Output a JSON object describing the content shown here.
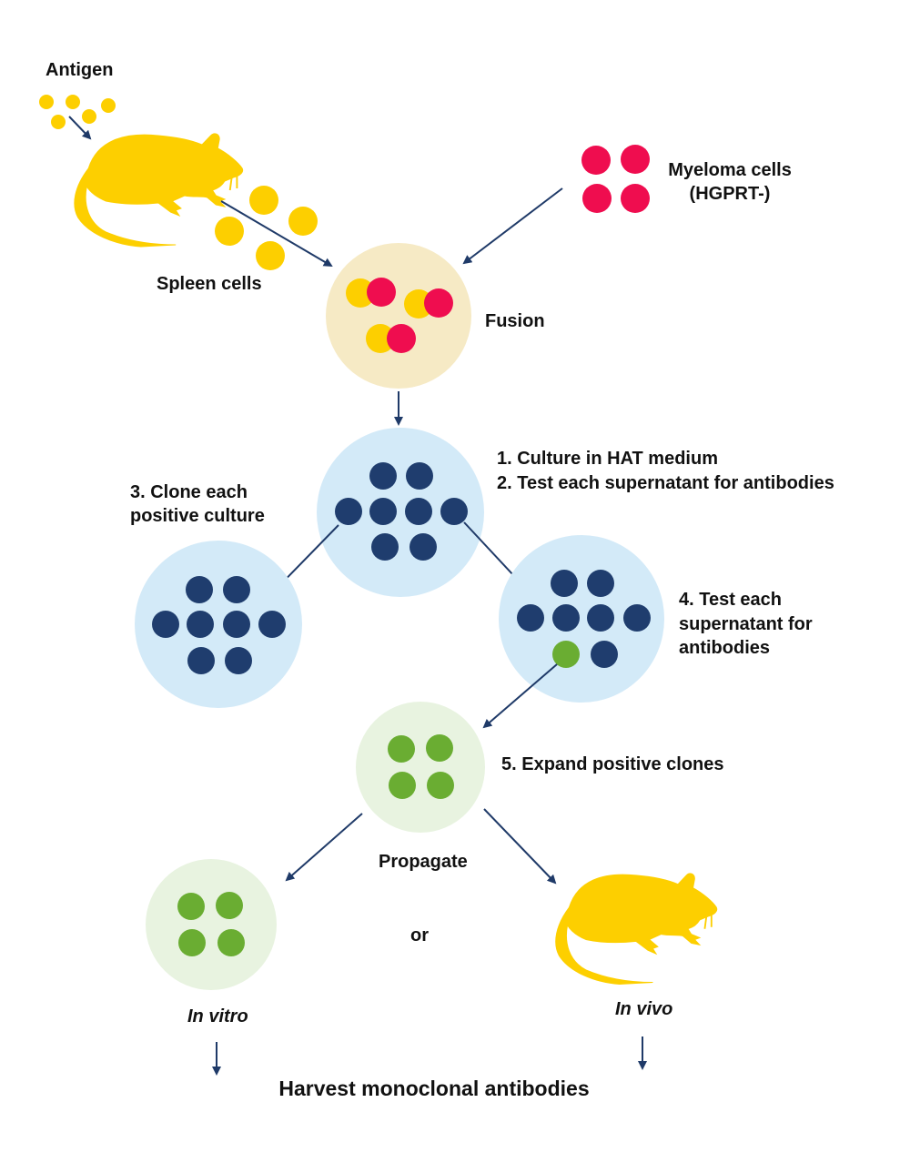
{
  "diagram": {
    "title": "Monoclonal antibody production (hybridoma technique)",
    "colors": {
      "antigen": "#fdcf00",
      "spleen_cell": "#fdcf00",
      "myeloma_cell": "#ef0d4f",
      "hybridoma_cell": "#1f3d6e",
      "positive_clone": "#6aad32",
      "fusion_dish": "#f6eac5",
      "culture_dish": "#d3eaf8",
      "positive_dish": "#e8f3e0",
      "arrow": "#1f3a68",
      "mouse": "#fdcf00",
      "text": "#111111"
    },
    "labels": {
      "antigen": "Antigen",
      "spleen_cells": "Spleen cells",
      "myeloma_line1": "Myeloma cells",
      "myeloma_line2": "(HGPRT-)",
      "fusion": "Fusion",
      "step1": "1. Culture in HAT medium",
      "step2": "2. Test each supernatant for antibodies",
      "step3_line1": "3. Clone each",
      "step3_line2": "positive culture",
      "step4_line1": "4. Test each",
      "step4_line2": "supernatant for",
      "step4_line3": "antibodies",
      "step5": "5. Expand positive clones",
      "propagate": "Propagate",
      "or": "or",
      "in_vitro": "In vitro",
      "in_vivo": "In vivo",
      "harvest": "Harvest monoclonal antibodies"
    }
  }
}
